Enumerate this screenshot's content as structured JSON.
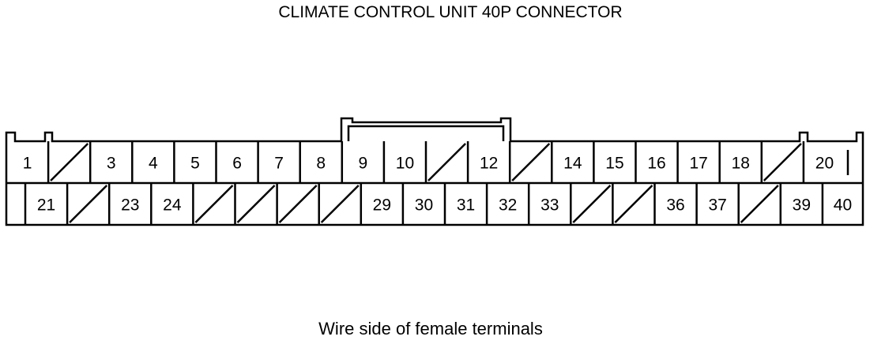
{
  "title": "CLIMATE CONTROL UNIT 40P CONNECTOR",
  "caption": "Wire side of female terminals",
  "connector": {
    "top_row": [
      "1",
      "",
      "3",
      "4",
      "5",
      "6",
      "7",
      "8",
      "9",
      "10",
      "",
      "12",
      "",
      "14",
      "15",
      "16",
      "17",
      "18",
      "",
      "20"
    ],
    "bottom_row": [
      "21",
      "",
      "23",
      "24",
      "",
      "",
      "",
      "",
      "29",
      "30",
      "31",
      "32",
      "33",
      "",
      "",
      "36",
      "37",
      "",
      "39",
      "40"
    ],
    "empty_cavity_marker": "diagonal-slash"
  }
}
